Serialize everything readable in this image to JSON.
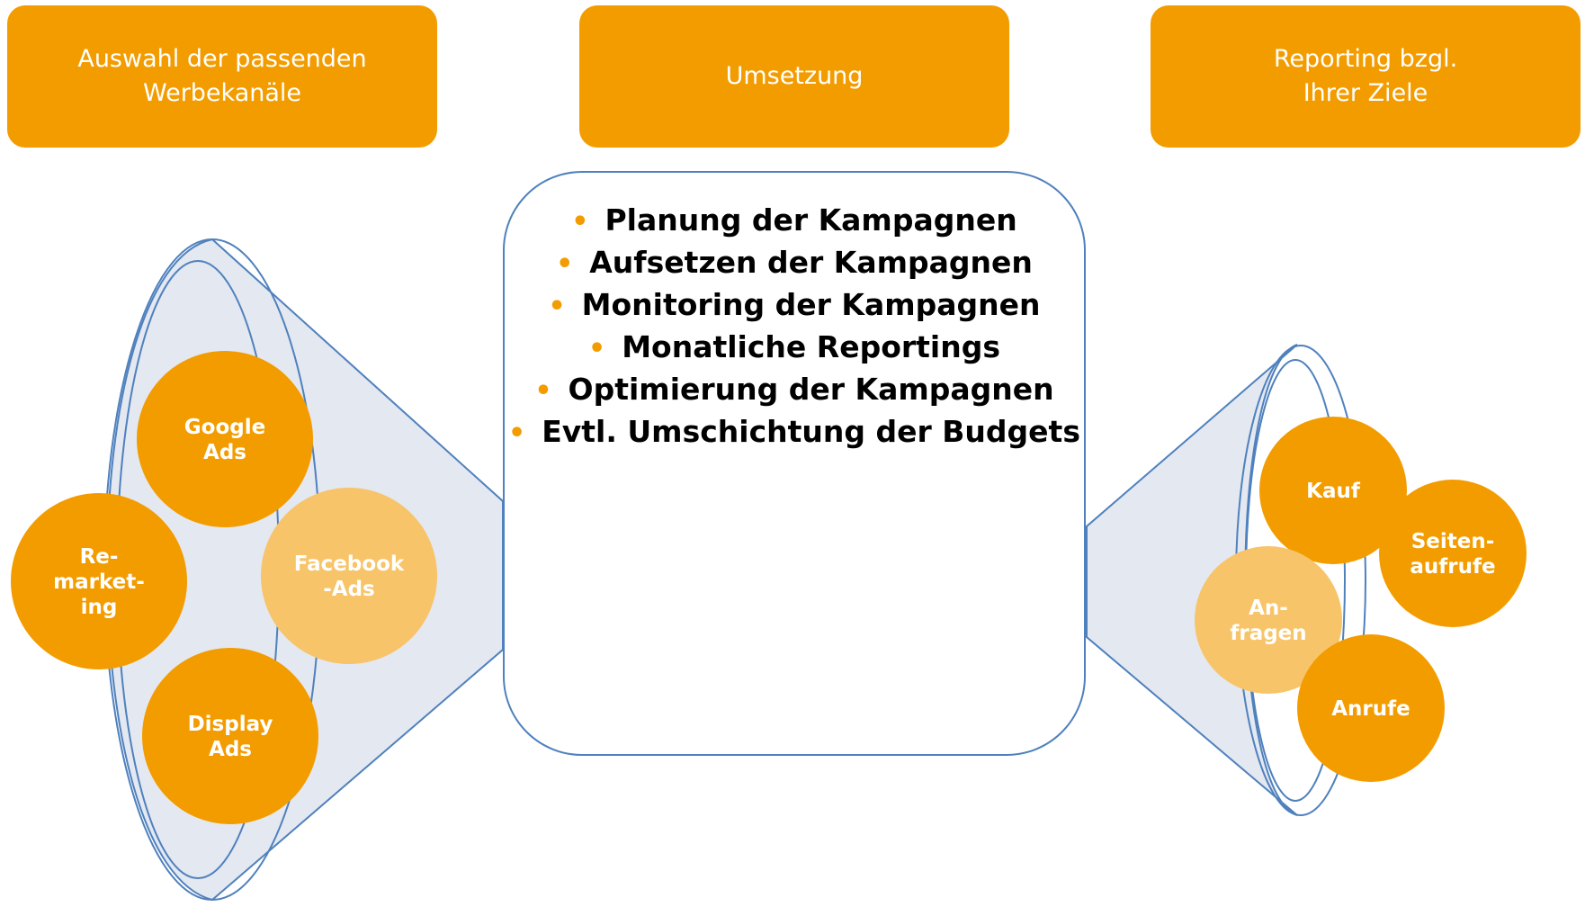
{
  "colors": {
    "accent": "#F39C00",
    "accent_light": "#F7C46A",
    "outline": "#4F81BD",
    "funnel_fill": "#E4E8F1",
    "arrow": "#B1C0DB",
    "text_on_accent": "#FFFFFF"
  },
  "headers": [
    {
      "label": "Auswahl der passenden\nWerbekanäle"
    },
    {
      "label": "Umsetzung"
    },
    {
      "label": "Reporting bzgl.\nIhrer Ziele"
    }
  ],
  "process_steps": [
    "Planung der Kampagnen",
    "Aufsetzen der Kampagnen",
    "Monitoring der Kampagnen",
    "Monatliche Reportings",
    "Optimierung der Kampagnen",
    "Evtl. Umschichtung der Budgets"
  ],
  "channels": [
    {
      "lines": [
        "Google",
        "Ads"
      ],
      "shade": "solid"
    },
    {
      "lines": [
        "Re-",
        "market-",
        "ing"
      ],
      "shade": "solid"
    },
    {
      "lines": [
        "Facebook",
        "-Ads"
      ],
      "shade": "light"
    },
    {
      "lines": [
        "Display",
        "Ads"
      ],
      "shade": "solid"
    }
  ],
  "results": [
    {
      "lines": [
        "Kauf"
      ],
      "shade": "solid"
    },
    {
      "lines": [
        "Seiten-",
        "aufrufe"
      ],
      "shade": "solid"
    },
    {
      "lines": [
        "An-",
        "fragen"
      ],
      "shade": "light"
    },
    {
      "lines": [
        "Anrufe"
      ],
      "shade": "solid"
    }
  ],
  "icons": [
    "gear-icon",
    "curved-arrow-icon",
    "right-arrow-icon",
    "bullet-icon"
  ]
}
